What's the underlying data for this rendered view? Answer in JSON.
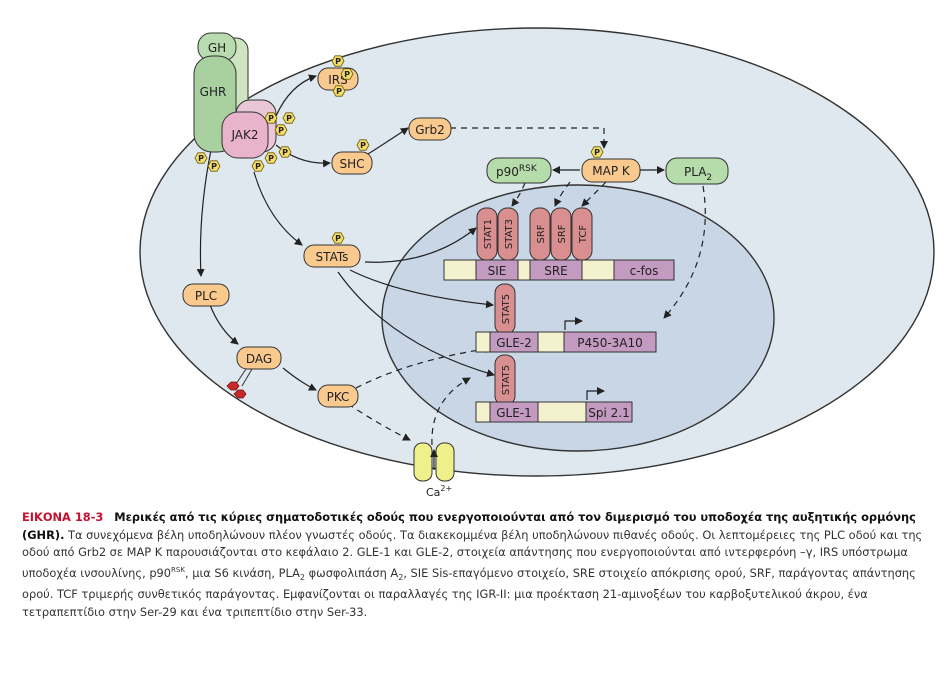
{
  "diagram": {
    "receptor": {
      "gh": "GH",
      "ghr": "GHR",
      "jak2": "JAK2"
    },
    "phospho_label": "P",
    "nodes": {
      "irs": "IRS",
      "shc": "SHC",
      "grb2": "Grb2",
      "p90rsk_base": "p90",
      "p90rsk_sup": "RSK",
      "mapk": "MAP K",
      "pla2_base": "PLA",
      "pla2_sub": "2",
      "stats": "STATs",
      "plc": "PLC",
      "dag": "DAG",
      "pkc": "PKC",
      "ca_base": "Ca",
      "ca_sup": "2+"
    },
    "factors": {
      "stat1": "STAT1",
      "stat3": "STAT3",
      "srf": "SRF",
      "tcf": "TCF",
      "stat5": "STAT5"
    },
    "genes": {
      "sie": "SIE",
      "sre": "SRE",
      "cfos": "c-fos",
      "gle2": "GLE-2",
      "p450": "P450-3A10",
      "gle1": "GLE-1",
      "spi": "Spi 2.1"
    },
    "colors": {
      "cell": "#dfe7ef",
      "nucleus": "#c8d6e6",
      "receptor": "#a9d1a0",
      "gh": "#b8dcb0",
      "jak2": "#e9b4cb",
      "jak2_back": "#eac7d6",
      "node_orange": "#f9c98d",
      "node_green": "#b5dcaa",
      "phospho": "#f5df6a",
      "factor": "#d98f8f",
      "gene_cream": "#f4f1cf",
      "gene_purple": "#c39ac0",
      "ca_channel": "#eef08a",
      "dag_red": "#c7292c",
      "caption_label": "#c8102e"
    }
  },
  "caption": {
    "label": "ΕΙΚΟΝΑ 18-3",
    "title": "Μερικές από τις κύριες σηματοδοτικές οδούς που ενεργοποιούνται από τον διμερισμό του υποδοχέα της αυξητικής ορμόνης (GHR).",
    "s1": "Τα συνεχόμενα βέλη υποδηλώνουν πλέον γνωστές οδούς. Τα διακεκομμένα βέλη υποδηλώνουν πιθανές οδούς. Οι λεπτομέρειες της PLC οδού και της οδού από Grb2 σε MAP K παρουσιάζονται στο κεφάλαιο 2. GLE-1 και GLE-2, στοιχεία απάντησης που ενεργοποιούνται από ιντερφερόνη –γ, IRS υπόστρωμα υποδοχέα ινσουλίνης, p90",
    "s1_sup": "RSK",
    "s2": ", μια S6 κινάση, PLA",
    "s2_sub": "2",
    "s3": " φωσφολιπάση A",
    "s3_sub": "2",
    "s4": ", SIE Sis-επαγόμενο στοιχείο, SRE στοιχείο απόκρισης ορού, SRF, παράγοντας απάντησης ορού. TCF τριμερής συνθετικός παράγοντας. Εμφανίζονται οι παραλλαγές της IGR-II: μια προέκταση 21-αμινοξέων του καρβοξυτελικού άκρου, ένα τετραπεπτίδιο στην Ser-29 και ένα τριπεπτίδιο στην Ser-33."
  }
}
